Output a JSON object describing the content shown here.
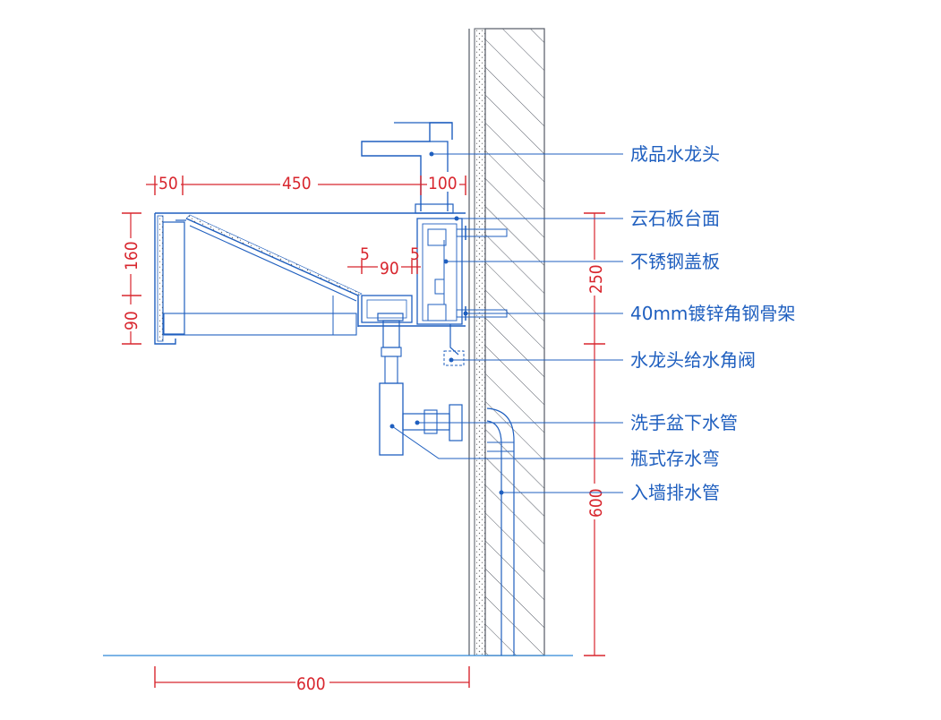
{
  "dimensions": {
    "top_50": "50",
    "top_450": "450",
    "top_100": "100",
    "left_160": "160",
    "left_90": "90",
    "inner_5_left": "5",
    "inner_90": "90",
    "inner_5_right": "5",
    "right_250": "250",
    "right_600": "600",
    "bottom_600": "600"
  },
  "labels": [
    "成品水龙头",
    "云石板台面",
    "不锈钢盖板",
    "40mm镀锌角钢骨架",
    "水龙头给水角阀",
    "洗手盆下水管",
    "瓶式存水弯",
    "入墙排水管"
  ],
  "colors": {
    "annotation_blue": "#1f5fbf",
    "dimension_red": "#d8262e",
    "line_cyan": "#2f86d6",
    "wall_gray": "#555b66"
  }
}
